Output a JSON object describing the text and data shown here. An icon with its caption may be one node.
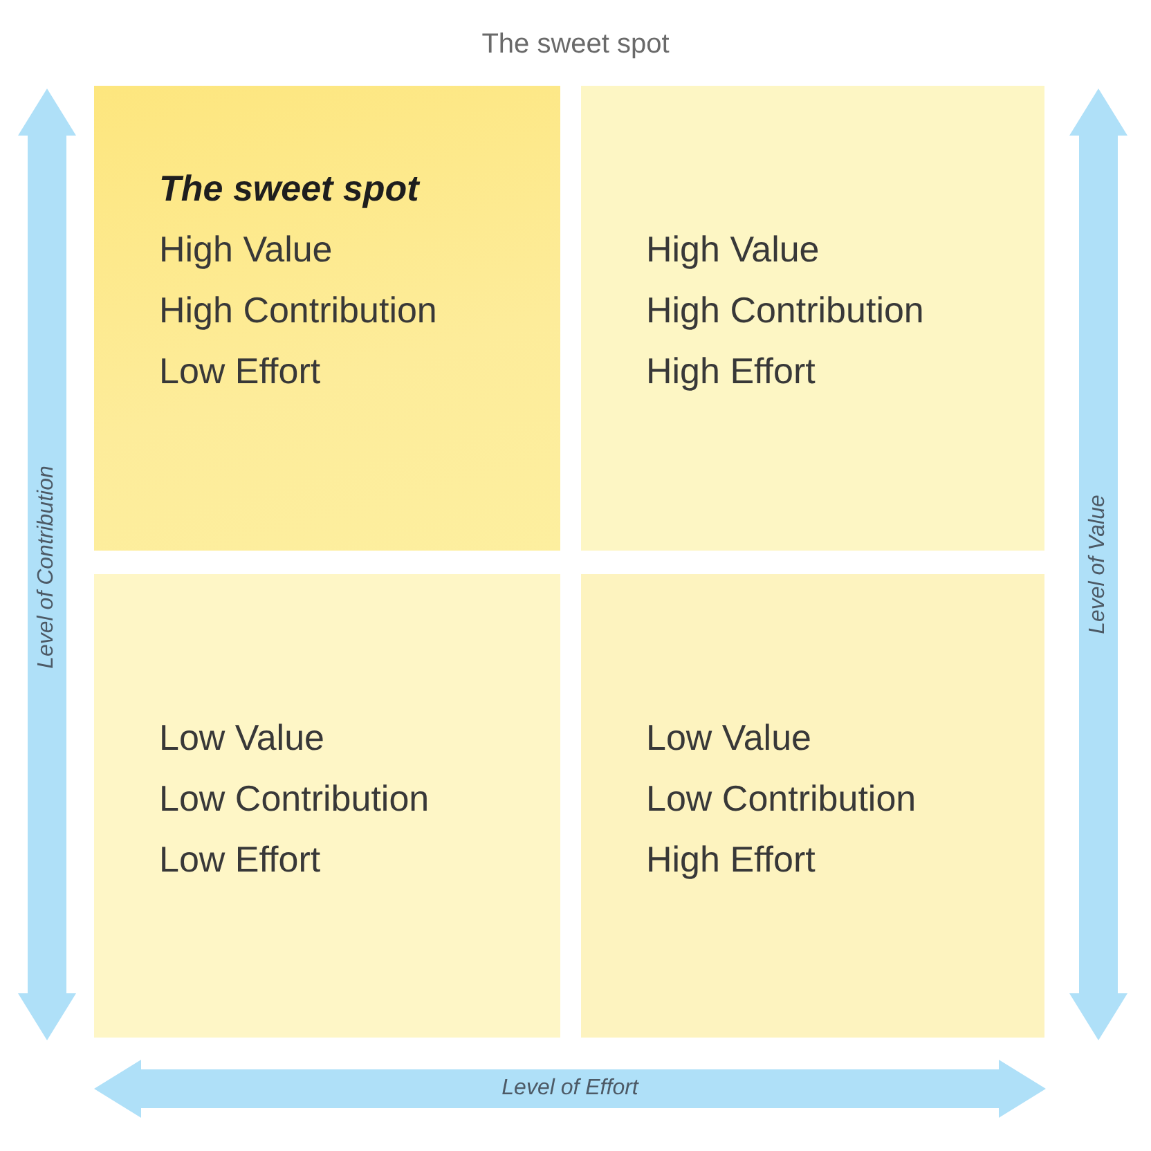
{
  "diagram": {
    "title": "The sweet spot",
    "nodes": [
      {
        "text": [
          "The sweet spot",
          "High Value",
          "High Contribution",
          "Low Effort"
        ]
      },
      {
        "text": [
          "High Value",
          "High Contribution",
          "High Effort"
        ]
      },
      {
        "text": [
          "Low Value",
          "Low Contribution",
          "Low Effort"
        ]
      },
      {
        "text": [
          "Low Value",
          "Low Contribution",
          "High Effort"
        ]
      }
    ],
    "labels": [
      "Level of Contribution",
      "Level of Value",
      "Level of Effort"
    ]
  }
}
